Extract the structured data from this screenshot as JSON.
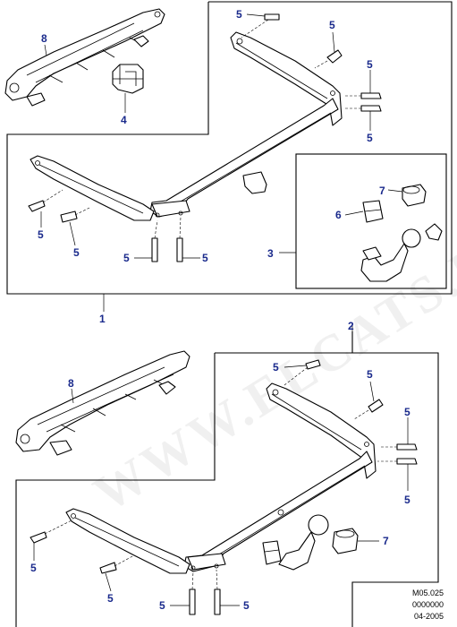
{
  "watermark": "WWW.ELCATS.RU",
  "footer": {
    "ref": "M05.025",
    "code": "0000000",
    "date": "04-2005"
  },
  "callouts": {
    "c1": "1",
    "c2": "2",
    "c3": "3",
    "c4": "4",
    "c5": "5",
    "c6": "6",
    "c7": "7",
    "c8": "8"
  }
}
